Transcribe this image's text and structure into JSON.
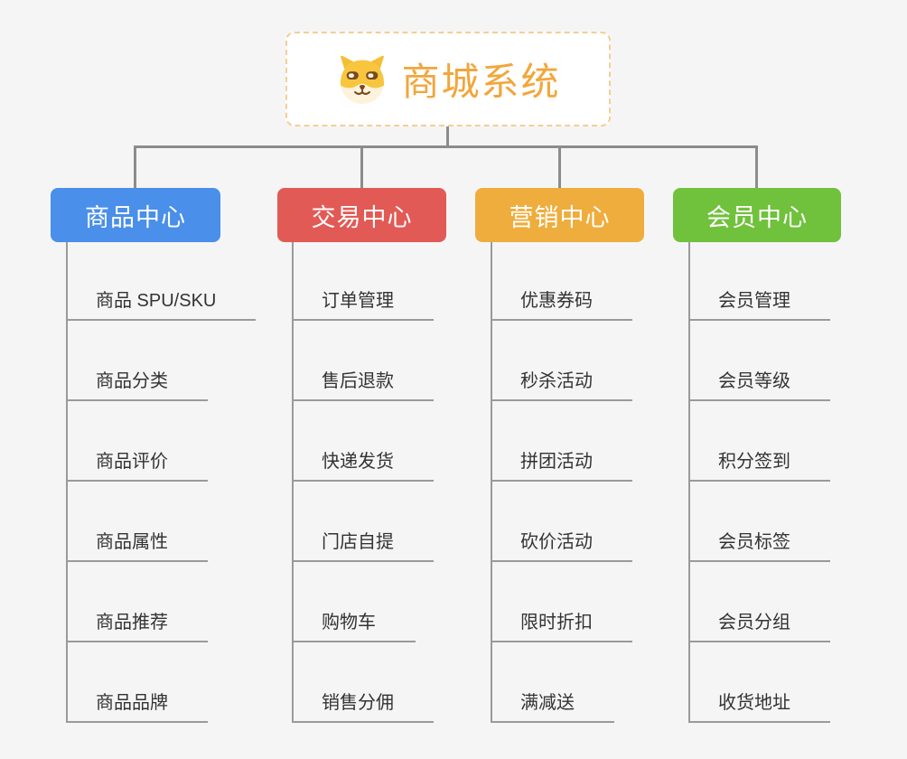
{
  "root": {
    "title": "商城系统",
    "icon": "shiba-dog-icon"
  },
  "branches": [
    {
      "label": "商品中心",
      "color": "#4A8FE9",
      "items": [
        "商品 SPU/SKU",
        "商品分类",
        "商品评价",
        "商品属性",
        "商品推荐",
        "商品品牌"
      ]
    },
    {
      "label": "交易中心",
      "color": "#E25A55",
      "items": [
        "订单管理",
        "售后退款",
        "快递发货",
        "门店自提",
        "购物车",
        "销售分佣"
      ]
    },
    {
      "label": "营销中心",
      "color": "#EFAD3D",
      "items": [
        "优惠券码",
        "秒杀活动",
        "拼团活动",
        "砍价活动",
        "限时折扣",
        "满减送"
      ]
    },
    {
      "label": "会员中心",
      "color": "#70C13C",
      "items": [
        "会员管理",
        "会员等级",
        "积分签到",
        "会员标签",
        "会员分组",
        "收货地址"
      ]
    }
  ],
  "colors": {
    "background": "#F5F5F6",
    "root_background": "#FFFFFF",
    "root_border": "#F5CE93",
    "root_text": "#F2A63B",
    "connector": "#8C8C8C",
    "item_line": "#9A9A9A",
    "item_text": "#333333"
  }
}
